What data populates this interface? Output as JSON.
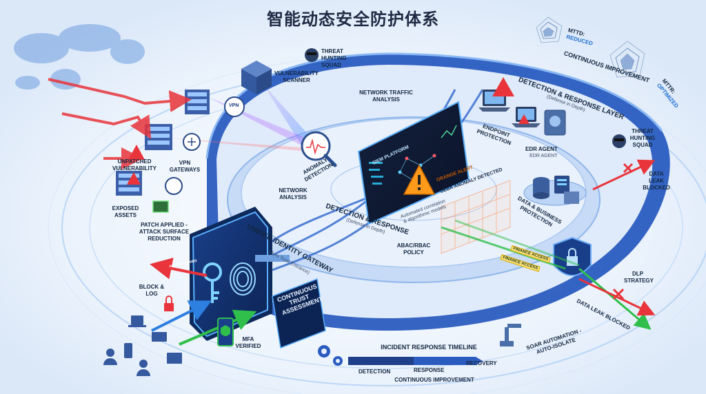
{
  "title": "智能动态安全防护体系",
  "left_zone": {
    "unpatched": "UNPATCHED VULNERABILITY",
    "vpn": "VPN GATEWAYS",
    "exposed": "EXPOSED ASSETS",
    "patch": "PATCH APPLIED - ATTACK SURFACE REDUCTION",
    "vpn_badge": "VPN"
  },
  "top_zone": {
    "vuln_scanner": "VULNERABILITY SCANNER",
    "threat_hunting": "THREAT HUNTING SQUAD",
    "network_traffic": "NETWORK TRAFFIC ANALYSIS"
  },
  "center_zone": {
    "anomaly": "ANOMALY DETECTION",
    "network_analysis": "NETWORK ANALYSIS",
    "detection_response": "DETECTION & RESPONSE",
    "defense_in_depth": "(Defense in Depth)",
    "siem": "SIEM PLATFORM",
    "orange_alert": "ORANGE ALERT",
    "ueba": "UEBA ANOMALY DETECTED",
    "auto_correlation": "Automated correlation & algorithmic models",
    "abac": "ABAC/RBAC POLICY"
  },
  "identity": {
    "gateway": "UNIFIED IDENTITY GATEWAY",
    "zero_trust": "(Zero Trust Entrance)",
    "continuous_trust": "CONTINUOUS TRUST ASSESSMENT",
    "block_log": "BLOCK & LOG",
    "mfa": "MFA VERIFIED",
    "access_denied": "ACCESS DENIED"
  },
  "right_zone": {
    "detection_layer": "DETECTION & RESPONSE LAYER",
    "defense_in_depth": "(Defense in Depth)",
    "endpoint": "ENDPOINT PROTECTION",
    "edr_agent": "EDR AGENT",
    "edr_agent_small": "EDR AGENT",
    "threat_hunting": "THREAT HUNTING SQUAD",
    "data_leak_blocked_top": "DATA LEAK BLOCKED",
    "data_business": "DATA & BUSINESS PROTECTION",
    "finance1": "FINANCE ACCESS",
    "finance2": "FINANCE ACCESS",
    "dlp": "DLP STRATEGY",
    "data_leak_blocked": "DATA LEAK BLOCKED"
  },
  "metrics": {
    "mttd_label": "MTTD:",
    "mttd_value": "REDUCED",
    "mttr_label": "MTTR:",
    "mttr_value": "OPTIMIZED",
    "continuous_improvement": "CONTINUOUS IMPROVEMENT"
  },
  "timeline": {
    "title": "INCIDENT RESPONSE TIMELINE",
    "detection": "DETECTION",
    "response": "RESPONSE",
    "recovery": "RECOVERY",
    "soar": "SOAR AUTOMATION - AUTO-ISOLATE",
    "continuous": "CONTINUOUS IMPROVEMENT"
  },
  "colors": {
    "ring": "#2d64c8",
    "ring_light": "#7fb2f0",
    "threat": "#e8343a",
    "ok": "#2fbf4a",
    "alert": "#ff9a1a",
    "navy": "#12263f"
  }
}
